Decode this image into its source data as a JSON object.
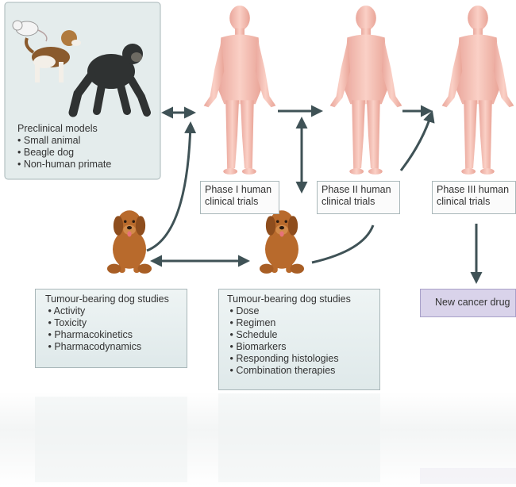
{
  "preclinical": {
    "title": "Preclinical models",
    "items": [
      "Small animal",
      "Beagle dog",
      "Non-human primate"
    ]
  },
  "phases": [
    {
      "line1": "Phase I human",
      "line2": "clinical trials"
    },
    {
      "line1": "Phase II human",
      "line2": "clinical trials"
    },
    {
      "line1": "Phase III human",
      "line2": "clinical trials"
    }
  ],
  "dog_study_1": {
    "title": "Tumour-bearing dog studies",
    "items": [
      "Activity",
      "Toxicity",
      "Pharmacokinetics",
      "Pharmacodynamics"
    ]
  },
  "dog_study_2": {
    "title": "Tumour-bearing dog studies",
    "items": [
      "Dose",
      "Regimen",
      "Schedule",
      "Biomarkers",
      "Responding histologies",
      "Combination therapies"
    ]
  },
  "new_drug": "New cancer drug",
  "colors": {
    "box_fill": "#e6eeee",
    "box_border": "#a9b7b9",
    "arrow": "#3f5256",
    "body": "#f2b3a8",
    "dog": "#b86a2c",
    "new_drug_fill": "#d9d3ea"
  }
}
